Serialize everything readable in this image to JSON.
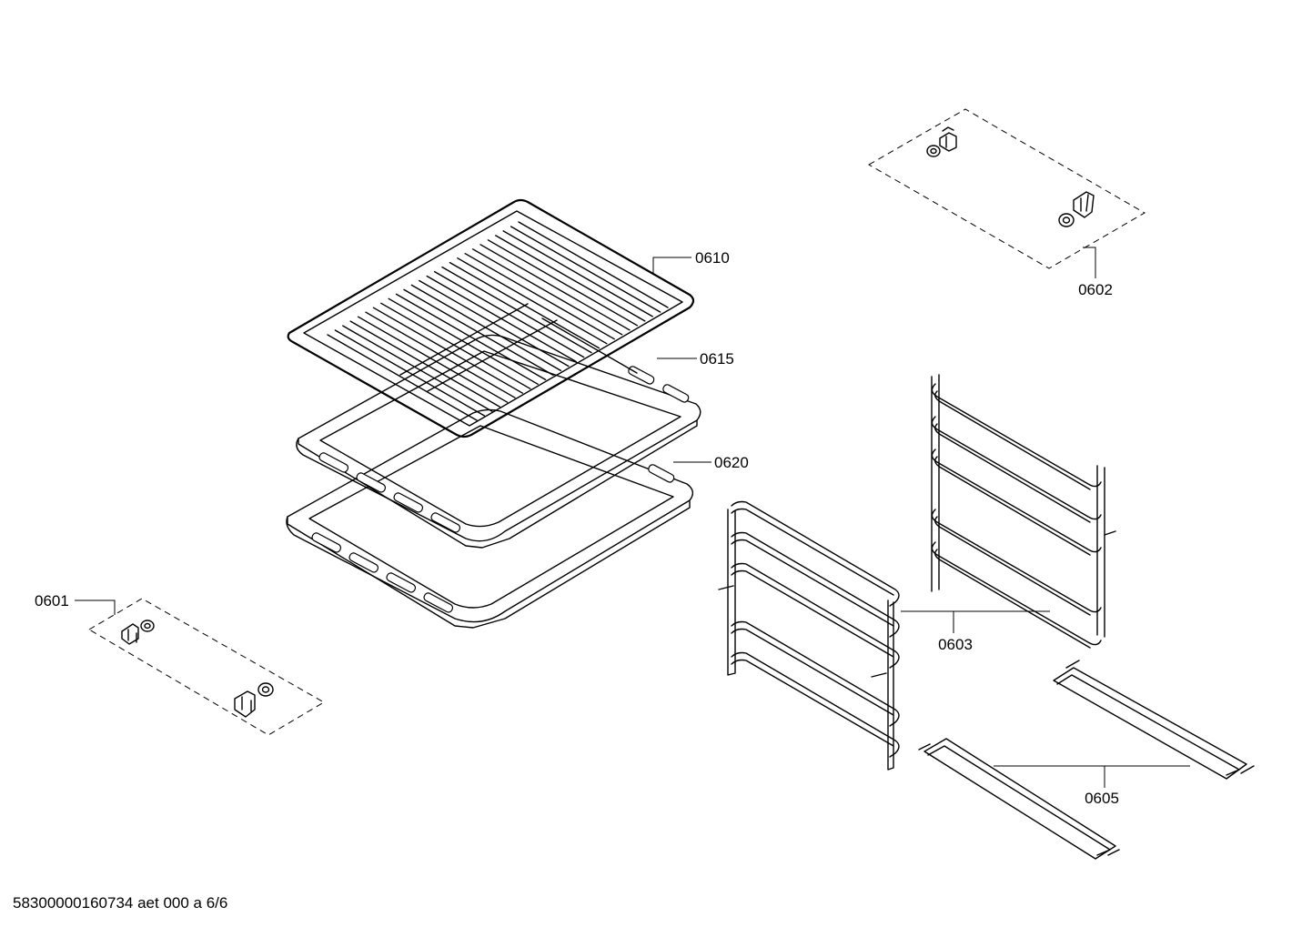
{
  "labels": {
    "p0601": "0601",
    "p0602": "0602",
    "p0603": "0603",
    "p0605": "0605",
    "p0610": "0610",
    "p0615": "0615",
    "p0620": "0620"
  },
  "footer": {
    "document_id": "58300000160734 aet 000 a 6/6"
  },
  "colors": {
    "ink": "#000000",
    "background": "#ffffff"
  }
}
